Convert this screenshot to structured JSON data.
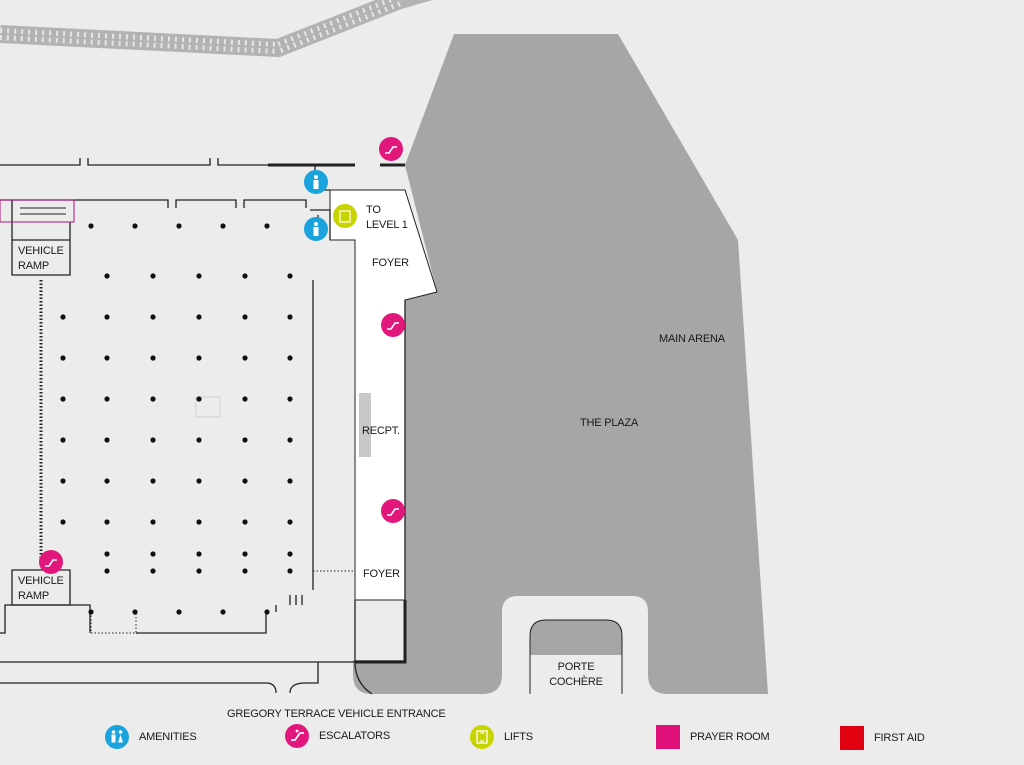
{
  "labels": {
    "to_level": [
      "TO",
      "LEVEL 1"
    ],
    "foyer_top": "FOYER",
    "foyer_bottom": "FOYER",
    "recpt": "RECPT.",
    "main_arena": "MAIN ARENA",
    "the_plaza": "THE PLAZA",
    "vehicle_ramp_top": [
      "VEHICLE",
      "RAMP"
    ],
    "vehicle_ramp_bottom": [
      "VEHICLE",
      "RAMP"
    ],
    "porte_cochere": [
      "PORTE",
      "COCHÈRE"
    ],
    "entrance": "GREGORY TERRACE VEHICLE ENTRANCE"
  },
  "legend": {
    "amenities": "AMENITIES",
    "escalators": "ESCALATORS",
    "lifts": "LIFTS",
    "prayer_room": "PRAYER ROOM",
    "first_aid": "FIRST AID"
  },
  "colors": {
    "amenities": "#1aa3dc",
    "escalators": "#e2177b",
    "lifts": "#c8d400",
    "prayer_room": "#e0107a",
    "first_aid": "#e1000f",
    "arena_fill": "#a6a6a6",
    "background": "#ececec"
  },
  "icons": {
    "amenities": "toilet-icon",
    "escalators": "escalator-icon",
    "lifts": "lift-icon"
  }
}
